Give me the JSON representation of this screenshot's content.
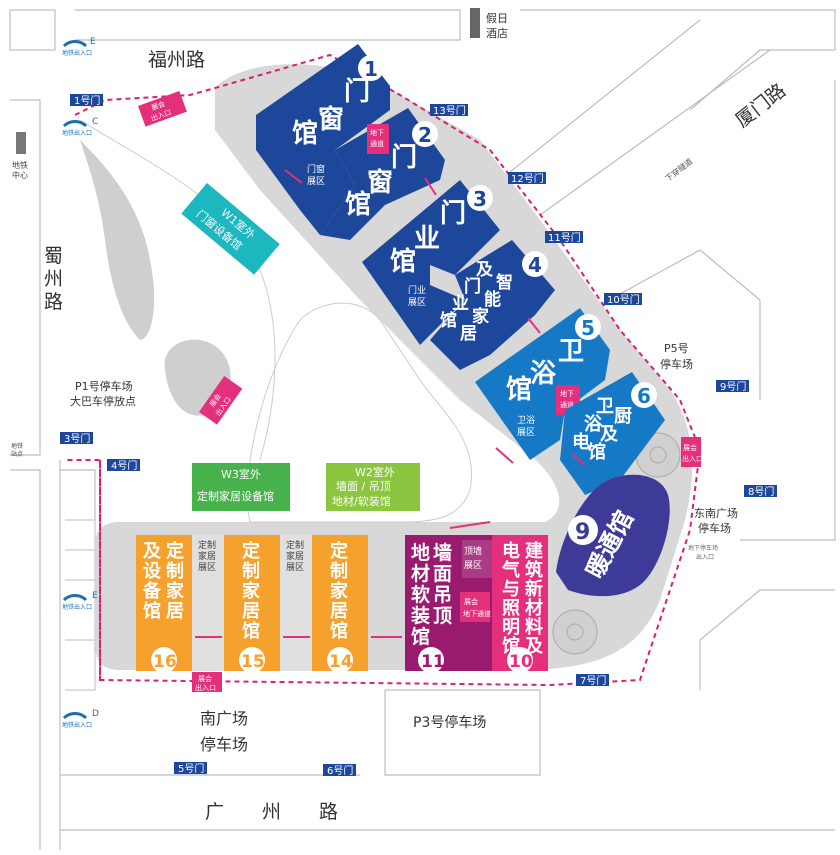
{
  "roads": {
    "fuzhou": "福州路",
    "xiamen": "厦门路",
    "shuzhou_1": "蜀",
    "shuzhou_2": "州",
    "shuzhou_3": "路",
    "guangzhou_1": "广",
    "guangzhou_2": "州",
    "guangzhou_3": "路"
  },
  "landmarks": {
    "hotel_1": "假日",
    "hotel_2": "酒店",
    "metro_1": "地铁",
    "metro_2": "中心",
    "metro_small_1": "地铁",
    "metro_small_2": "站点",
    "underpass": "下穿隧道"
  },
  "metro_exits": {
    "label": "地铁出入口",
    "e_top": "E",
    "c": "C",
    "e_left": "E",
    "d": "D"
  },
  "gates": {
    "g1": "1号门",
    "g3": "3号门",
    "g4": "4号门",
    "g5": "5号门",
    "g6": "6号门",
    "g7": "7号门",
    "g8": "8号门",
    "g9": "9号门",
    "g10": "10号门",
    "g11": "11号门",
    "g12": "12号门",
    "g13": "13号门"
  },
  "parking": {
    "p1_line1": "P1号停车场",
    "p1_line2": "大巴车停放点",
    "p5_line1": "P5号",
    "p5_line2": "停车场",
    "east_line1": "东南广场",
    "east_line2": "停车场",
    "east_small_1": "地下停车场",
    "east_small_2": "出入口",
    "p3": "P3号停车场",
    "south_line1": "南广场",
    "south_line2": "停车场"
  },
  "entrances": {
    "line1": "展会",
    "line2": "出入口",
    "underground_1": "地下",
    "underground_2": "通道",
    "underground_3": "地下通道"
  },
  "halls": {
    "h1": {
      "num": "1",
      "name": [
        "门",
        "窗",
        "馆"
      ]
    },
    "h2": {
      "num": "2",
      "name": [
        "门",
        "窗",
        "馆"
      ]
    },
    "h3": {
      "num": "3",
      "name": [
        "门",
        "业",
        "馆"
      ]
    },
    "h4": {
      "num": "4",
      "name_a": [
        "及",
        "门",
        "业",
        "馆"
      ],
      "name_b": [
        "智",
        "能",
        "家",
        "居"
      ]
    },
    "h5": {
      "num": "5",
      "name": [
        "卫",
        "浴",
        "馆"
      ]
    },
    "h6": {
      "num": "6",
      "name_a": [
        "卫",
        "浴",
        "电"
      ],
      "name_b": [
        "厨",
        "及",
        "馆"
      ]
    },
    "h9": {
      "num": "9",
      "name": "暖通馆"
    },
    "h10": {
      "num": "10",
      "name_a": [
        "建",
        "筑",
        "新",
        "材",
        "料",
        "及"
      ],
      "name_b": [
        "电",
        "气",
        "与",
        "照",
        "明",
        "馆"
      ]
    },
    "h11": {
      "num": "11",
      "name_a": [
        "墙",
        "面",
        "吊",
        "顶"
      ],
      "name_b": [
        "地",
        "材",
        "软",
        "装",
        "馆"
      ]
    },
    "h14": {
      "num": "14",
      "name": [
        "定",
        "制",
        "家",
        "居",
        "馆"
      ]
    },
    "h15": {
      "num": "15",
      "name": [
        "定",
        "制",
        "家",
        "居",
        "馆"
      ]
    },
    "h16": {
      "num": "16",
      "name_a": [
        "定",
        "制",
        "家",
        "居"
      ],
      "name_b": [
        "及",
        "设",
        "备",
        "馆"
      ]
    }
  },
  "zones": {
    "door_window_1": "门窗",
    "door_window_2": "展区",
    "door_1": "门业",
    "door_2": "展区",
    "bath_1": "卫浴",
    "bath_2": "展区",
    "custom_1": "定制",
    "custom_2": "家居",
    "custom_3": "展区",
    "ceiling_1": "顶墙",
    "ceiling_2": "展区"
  },
  "outdoor": {
    "w1_line1": "W1室外",
    "w1_line2": "门窗设备馆",
    "w3_line1": "W3室外",
    "w3_line2": "定制家居设备馆",
    "w2_line1": "W2室外",
    "w2_line2": "墙面 / 吊顶",
    "w2_line3": "地材/软装馆"
  },
  "colors": {
    "navy": "#1c479b",
    "blue": "#1679c5",
    "purple": "#3e3b98",
    "magenta": "#9a1a6f",
    "pink": "#e42f7d",
    "orange": "#f4a22d",
    "teal": "#1db7c0",
    "green": "#47b24b",
    "lime": "#8cc53f",
    "gray": "#d8d8d8"
  }
}
